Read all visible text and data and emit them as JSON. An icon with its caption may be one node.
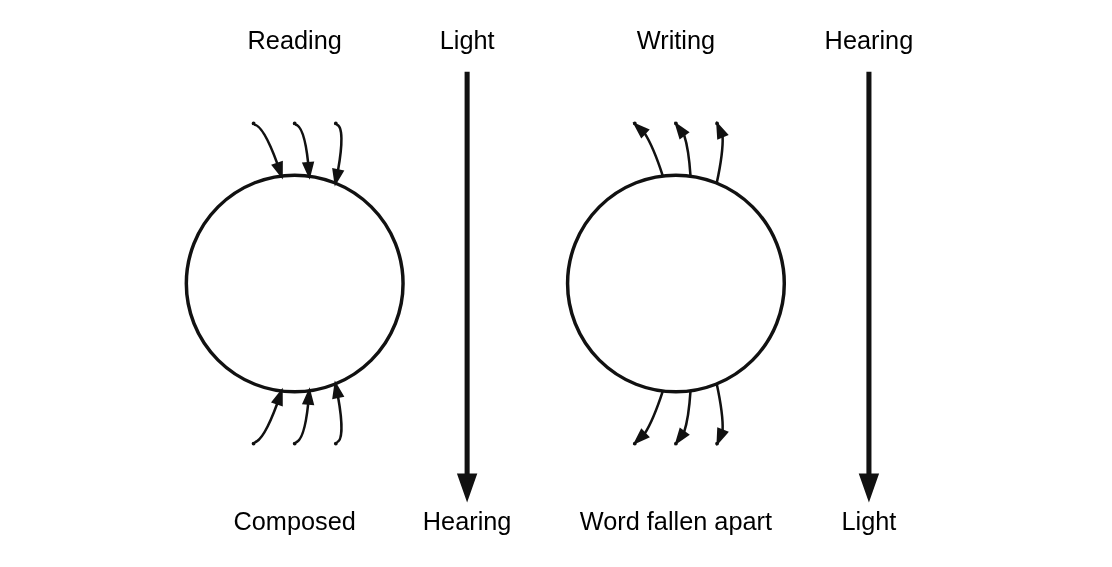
{
  "diagram": {
    "nodes": [
      {
        "text": [],
        "shape": "circle"
      },
      {
        "text": [
          "Light"
        ]
      },
      {
        "text": [
          "Hearing"
        ]
      },
      {
        "text": [],
        "shape": "circle"
      },
      {
        "text": [
          "Hearing"
        ]
      },
      {
        "text": [
          "Light"
        ]
      }
    ],
    "edges": [
      {
        "from": null,
        "to": 0,
        "arrow": "to"
      },
      {
        "from": null,
        "to": 0,
        "arrow": "to"
      },
      {
        "from": null,
        "to": 0,
        "arrow": "to"
      },
      {
        "from": null,
        "to": 0,
        "arrow": "to"
      },
      {
        "from": null,
        "to": 0,
        "arrow": "to"
      },
      {
        "from": null,
        "to": 0,
        "arrow": "to"
      },
      {
        "from": 1,
        "to": 2,
        "arrow": "to",
        "style": "thick"
      },
      {
        "from": 3,
        "to": null,
        "arrow": "to"
      },
      {
        "from": 3,
        "to": null,
        "arrow": "to"
      },
      {
        "from": 3,
        "to": null,
        "arrow": "to"
      },
      {
        "from": 3,
        "to": null,
        "arrow": "to"
      },
      {
        "from": 3,
        "to": null,
        "arrow": "to"
      },
      {
        "from": 3,
        "to": null,
        "arrow": "to"
      },
      {
        "from": 4,
        "to": 5,
        "arrow": "to",
        "style": "thick"
      }
    ],
    "labels": [
      "Reading",
      "Composed",
      "Writing",
      "Word fallen apart"
    ]
  }
}
